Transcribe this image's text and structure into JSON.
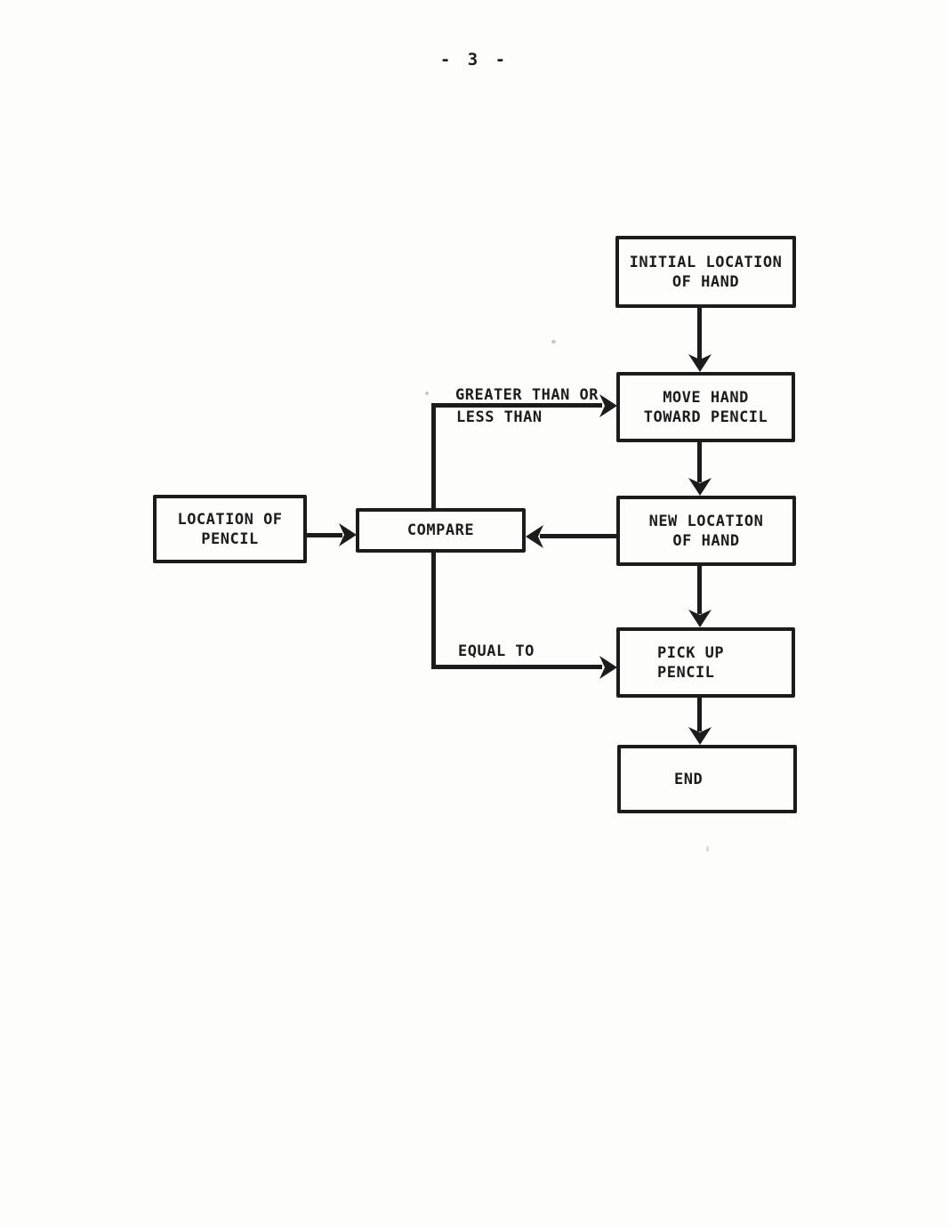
{
  "page": {
    "number": "- 3 -"
  },
  "flowchart": {
    "boxes": [
      {
        "name": "initial-location-of-hand",
        "lines": [
          "INITIAL LOCATION",
          "OF HAND"
        ]
      },
      {
        "name": "move-hand-toward-pencil",
        "lines": [
          "MOVE HAND",
          "TOWARD PENCIL"
        ]
      },
      {
        "name": "new-location-of-hand",
        "lines": [
          "NEW LOCATION",
          "OF HAND"
        ]
      },
      {
        "name": "pick-up-pencil",
        "lines": [
          "PICK UP",
          "PENCIL"
        ]
      },
      {
        "name": "end",
        "lines": [
          "END"
        ]
      },
      {
        "name": "location-of-pencil",
        "lines": [
          "LOCATION OF",
          "PENCIL"
        ]
      },
      {
        "name": "compare",
        "lines": [
          "COMPARE"
        ]
      }
    ],
    "edge_labels": {
      "compare_to_move_line1": "GREATER THAN OR",
      "compare_to_move_line2": "LESS THAN",
      "compare_to_pickup": "EQUAL TO"
    },
    "colors": {
      "ink": "#1c1c1c",
      "paper": "#fdfdfc"
    }
  }
}
